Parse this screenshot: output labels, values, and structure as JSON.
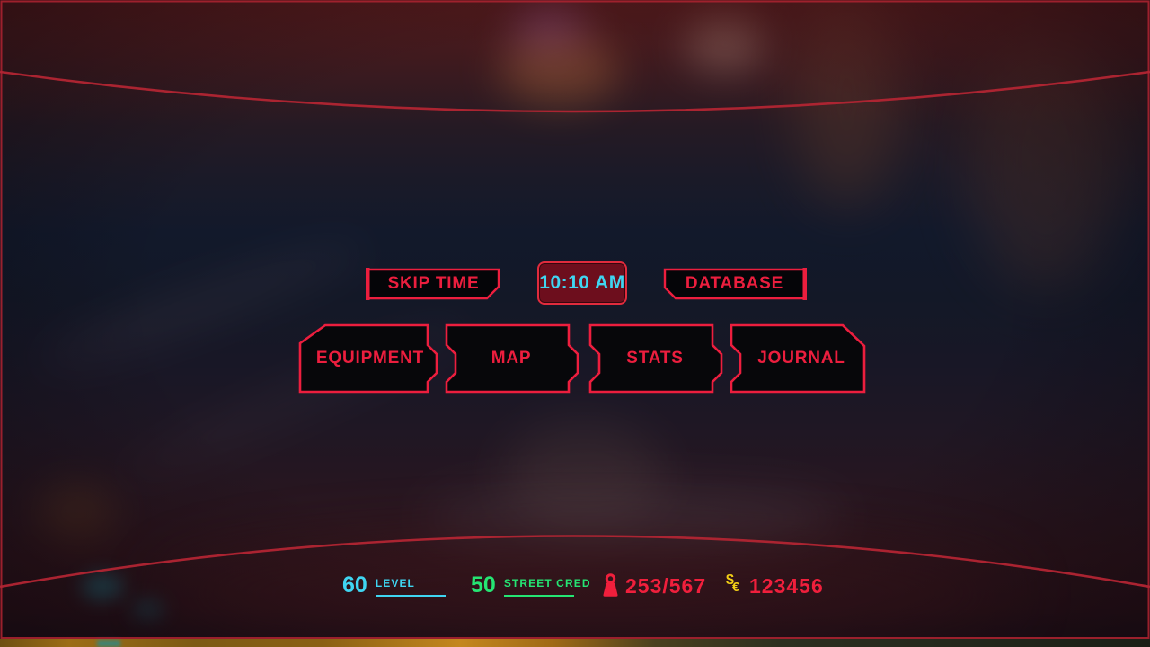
{
  "colors": {
    "accent_red": "#ec1e3e",
    "frame_red": "#b02230",
    "time_bg": "#6d0e1d",
    "cyan": "#3fd5f1",
    "green": "#25e573",
    "stats_red": "#f01f3c",
    "yellow": "#f2cf16"
  },
  "top_bar": {
    "skip_time_label": "SKIP TIME",
    "time_value": "10:10 AM",
    "database_label": "DATABASE"
  },
  "tabs": [
    {
      "label": "EQUIPMENT"
    },
    {
      "label": "MAP"
    },
    {
      "label": "STATS"
    },
    {
      "label": "JOURNAL"
    }
  ],
  "stats": {
    "level_value": "60",
    "level_label": "LEVEL",
    "street_cred_value": "50",
    "street_cred_label": "STREET CRED",
    "carry_weight": "253/567",
    "currency_dollar": "$",
    "currency_euro": "€",
    "money_value": "123456"
  }
}
